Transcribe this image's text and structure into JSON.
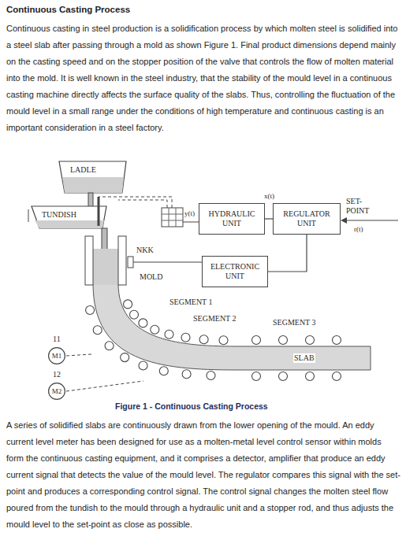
{
  "diagram": {
    "title": "Continuous Casting Process",
    "caption": "Figure 1 - Continuous Casting Process",
    "nodes": [
      {
        "text": [
          "HYDRAULIC UNIT"
        ]
      },
      {
        "text": [
          "REGULATOR UNIT"
        ]
      },
      {
        "text": [
          "ELECTRONIC UNIT"
        ]
      },
      {
        "text": [
          "M1"
        ]
      },
      {
        "text": [
          "M2"
        ]
      }
    ],
    "edges": [
      {
        "from": 1,
        "to": 0,
        "label": "x(t)",
        "arrow": "none"
      },
      {
        "from": 2,
        "to": 1,
        "arrow": "none"
      }
    ],
    "labels": [
      "Continuous casting in steel production is a solidification process by which molten steel is solidified into a steel slab after passing through a mold as shown Figure 1. Final product dimensions depend mainly on the casting speed and on the stopper position of the valve that controls the flow of molten material into the mold. It is well known in the steel industry, that the stability of the mould level in a continuous casting machine directly affects the surface quality of the slabs. Thus, controlling the fluctuation of the mould level in a small range under the conditions of high temperature and continuous casting is an important consideration in a steel factory.",
      "LADLE",
      "TUNDISH",
      "y(t)",
      "SET- POINT",
      "r(t)",
      "NKK",
      "MOLD",
      "SEGMENT 1",
      "SEGMENT 2",
      "SEGMENT 3",
      "SLAB",
      "11",
      "12",
      "A series of solidified slabs are continuously drawn from the lower opening of the mould. An eddy current level meter has been designed for use as a molten-metal level control sensor within molds form the continuous casting equipment, and it comprises a detector, amplifier that produce an eddy current signal that detects the value of the mould level. The regulator compares this signal with the set-point and produces a corresponding control signal. The control signal changes the molten steel flow poured from the tundish to the mould through a hydraulic unit and a stopper rod, and thus adjusts the mould level to the set-point as close as possible."
    ]
  }
}
